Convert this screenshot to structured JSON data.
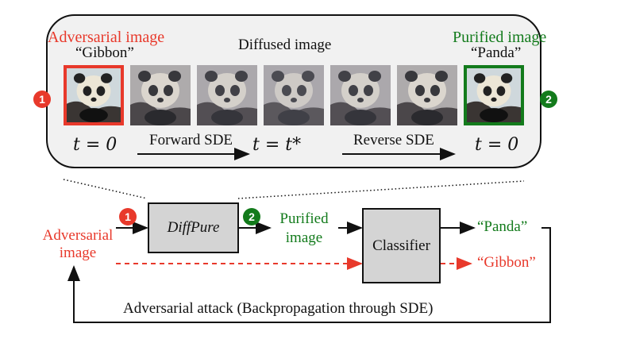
{
  "panel": {
    "adversarial_title": "Adversarial image",
    "adversarial_label": "“Gibbon”",
    "diffused_title": "Diffused image",
    "purified_title": "Purified image",
    "purified_label": "“Panda”",
    "t_start": "t = 0",
    "t_mid": "t = t*",
    "t_end": "t = 0",
    "forward_label": "Forward SDE",
    "reverse_label": "Reverse SDE",
    "thumbnails": [
      {
        "name": "adversarial",
        "noise": 0.0
      },
      {
        "name": "diffused-1",
        "noise": 0.35
      },
      {
        "name": "diffused-2",
        "noise": 0.5
      },
      {
        "name": "diffused-3",
        "noise": 0.65
      },
      {
        "name": "diffused-4",
        "noise": 0.5
      },
      {
        "name": "diffused-5",
        "noise": 0.35
      },
      {
        "name": "purified",
        "noise": 0.0
      }
    ]
  },
  "badges": {
    "step1": "1",
    "step2": "2"
  },
  "flow": {
    "input_label_line1": "Adversarial",
    "input_label_line2": "image",
    "diffpure_label": "DiffPure",
    "purified_line1": "Purified",
    "purified_line2": "image",
    "classifier_label": "Classifier",
    "output_clean": "“Panda”",
    "output_adv": "“Gibbon”",
    "feedback_label": "Adversarial attack (Backpropagation through SDE)"
  },
  "colors": {
    "red": "#e8392b",
    "green": "#137b1c",
    "panel_bg": "#f1f1f1",
    "box_fill": "#d4d4d4"
  }
}
